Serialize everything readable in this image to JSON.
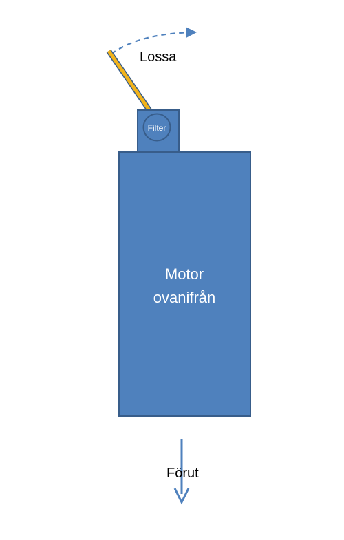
{
  "labels": {
    "loosen": "Lossa",
    "filter": "Filter",
    "engine_line1": "Motor",
    "engine_line2": "ovanifrån",
    "forward": "Förut"
  },
  "colors": {
    "shape_fill": "#4F81BD",
    "shape_stroke": "#385D8A",
    "wrench_fill": "#F2B31B",
    "wrench_stroke": "#385D8A",
    "arrow": "#4F81BD",
    "label_dark": "#000000",
    "label_light": "#ffffff"
  }
}
